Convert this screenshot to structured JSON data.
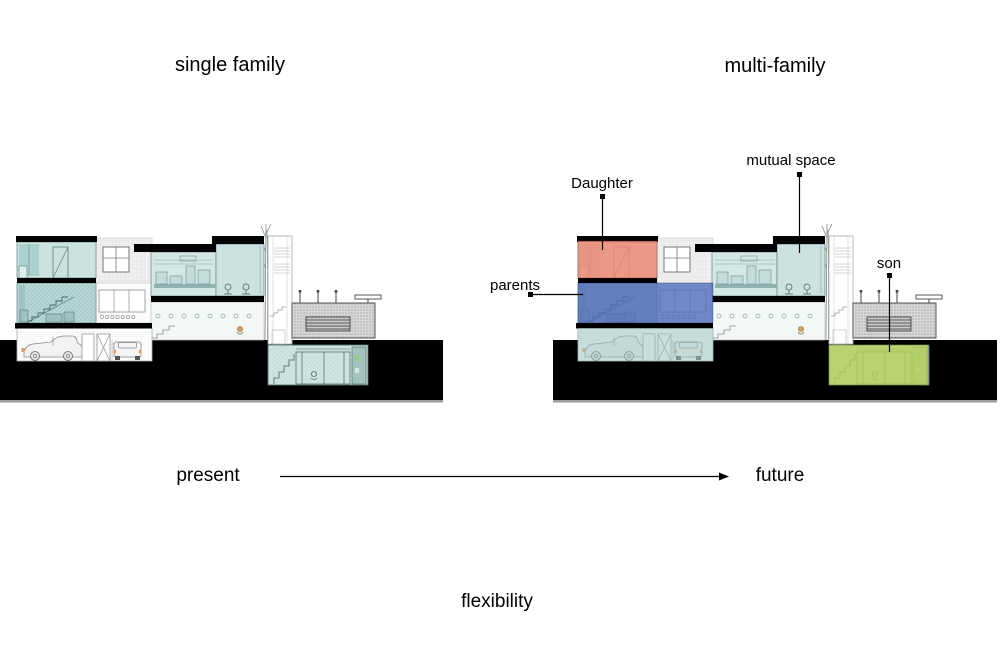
{
  "diagram": {
    "title_left": "single family",
    "title_right": "multi-family",
    "annotations": {
      "daughter": "Daughter",
      "mutual_space": "mutual space",
      "parents": "parents",
      "son": "son"
    },
    "timeline": {
      "start": "present",
      "end": "future"
    },
    "caption": "flexibility",
    "colors": {
      "daughter_room": "#F18872",
      "parents_room": "#506AB8",
      "son_room": "#B5D054",
      "shared_garage": "#9CC5C2",
      "glass_teal": "#CBE2E0",
      "ground": "#000000"
    }
  }
}
